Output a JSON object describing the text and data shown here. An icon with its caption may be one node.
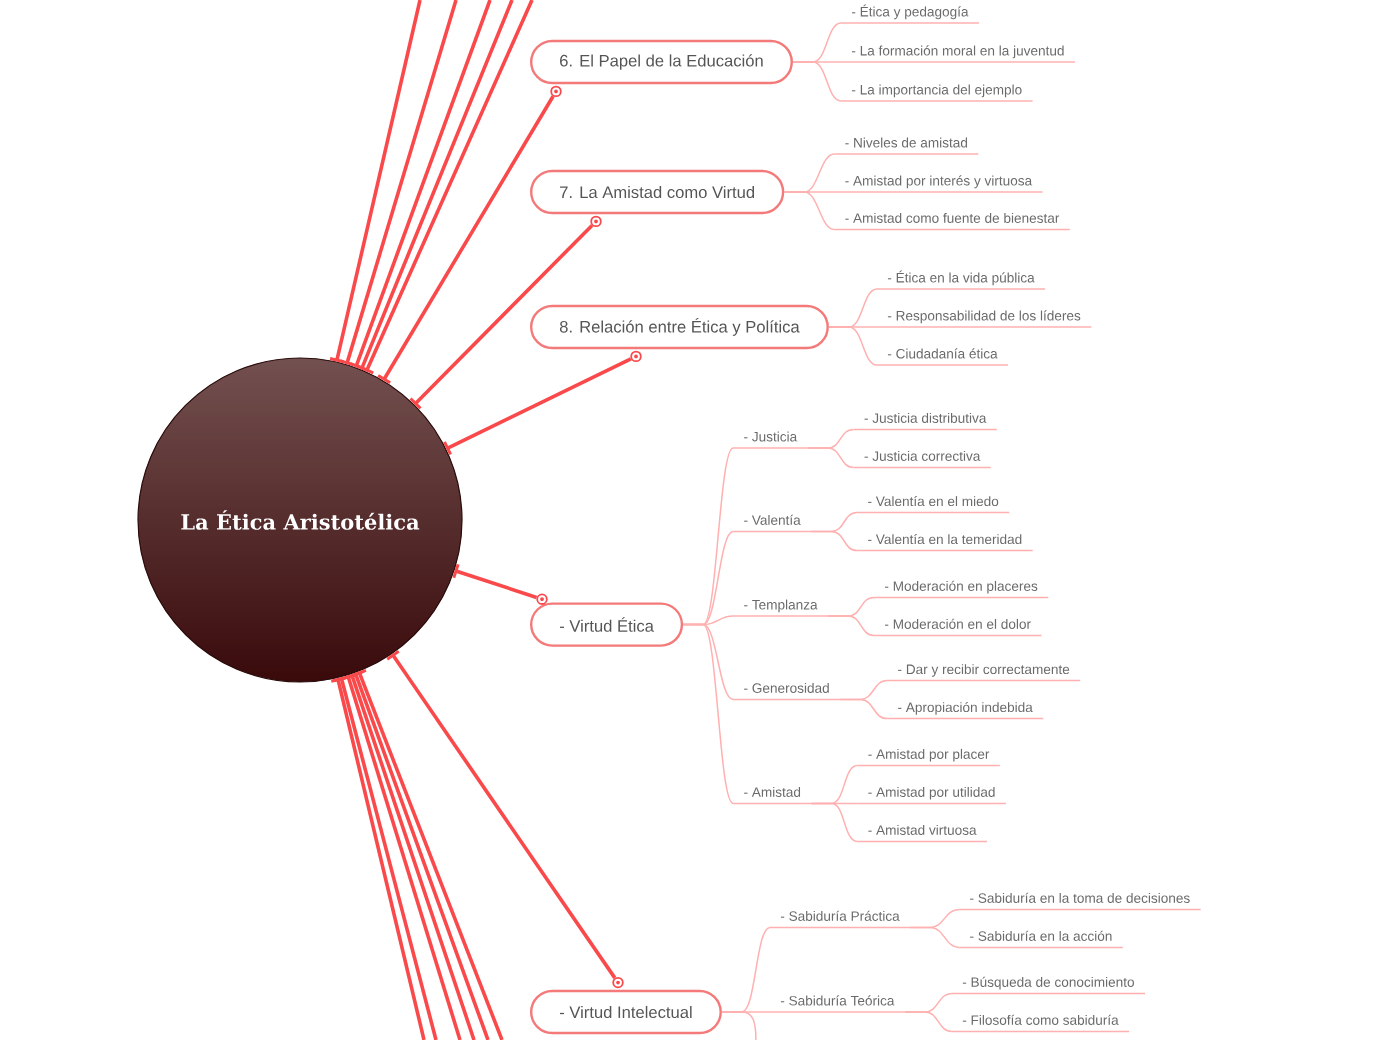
{
  "diagram": {
    "nodes": [
      {
        "text": [
          "La Ética Aristotélica"
        ]
      },
      {
        "text": [
          "6. El Papel de la Educación"
        ]
      },
      {
        "text": [
          "- Ética y pedagogía"
        ]
      },
      {
        "text": [
          "- La formación moral en la juventud"
        ]
      },
      {
        "text": [
          "- La importancia del ejemplo"
        ]
      },
      {
        "text": [
          "7. La Amistad como Virtud"
        ]
      },
      {
        "text": [
          "- Niveles de amistad"
        ]
      },
      {
        "text": [
          "- Amistad por interés y virtuosa"
        ]
      },
      {
        "text": [
          "- Amistad como fuente de bienestar"
        ]
      },
      {
        "text": [
          "8. Relación entre Ética y Política"
        ]
      },
      {
        "text": [
          "- Ética en la vida pública"
        ]
      },
      {
        "text": [
          "- Responsabilidad de los líderes"
        ]
      },
      {
        "text": [
          "- Ciudadanía ética"
        ]
      },
      {
        "text": [
          "- Virtud Ética"
        ]
      },
      {
        "text": [
          "- Justicia"
        ]
      },
      {
        "text": [
          "- Justicia distributiva"
        ]
      },
      {
        "text": [
          "- Justicia correctiva"
        ]
      },
      {
        "text": [
          "- Valentía"
        ]
      },
      {
        "text": [
          "- Valentía en el miedo"
        ]
      },
      {
        "text": [
          "- Valentía en la temeridad"
        ]
      },
      {
        "text": [
          "- Templanza"
        ]
      },
      {
        "text": [
          "- Moderación en placeres"
        ]
      },
      {
        "text": [
          "- Moderación en el dolor"
        ]
      },
      {
        "text": [
          "- Generosidad"
        ]
      },
      {
        "text": [
          "- Dar y recibir correctamente"
        ]
      },
      {
        "text": [
          "- Apropiación indebida"
        ]
      },
      {
        "text": [
          "- Amistad"
        ]
      },
      {
        "text": [
          "- Amistad por placer"
        ]
      },
      {
        "text": [
          "- Amistad por utilidad"
        ]
      },
      {
        "text": [
          "- Amistad virtuosa"
        ]
      },
      {
        "text": [
          "- Virtud Intelectual"
        ]
      },
      {
        "text": [
          "- Sabiduría Práctica"
        ]
      },
      {
        "text": [
          "- Sabiduría en la toma de decisiones"
        ]
      },
      {
        "text": [
          "- Sabiduría en la acción"
        ]
      },
      {
        "text": [
          "- Sabiduría Teórica"
        ]
      },
      {
        "text": [
          "- Búsqueda de conocimiento"
        ]
      },
      {
        "text": [
          "- Filosofía como sabiduría"
        ]
      }
    ],
    "edges": [
      {
        "from": 0,
        "to": null,
        "arrow": "other",
        "color": "#f9494b"
      },
      {
        "from": 0,
        "to": null,
        "arrow": "other",
        "color": "#f9494b"
      },
      {
        "from": 0,
        "to": null,
        "arrow": "other",
        "color": "#f9494b"
      },
      {
        "from": 0,
        "to": null,
        "arrow": "other",
        "color": "#f9494b"
      },
      {
        "from": 0,
        "to": null,
        "arrow": "other",
        "color": "#f9494b"
      },
      {
        "from": 0,
        "to": 1,
        "arrow": "other",
        "color": "#f9494b"
      },
      {
        "from": 0,
        "to": 5,
        "arrow": "other",
        "color": "#f9494b"
      },
      {
        "from": 0,
        "to": 9,
        "arrow": "other",
        "color": "#f9494b"
      },
      {
        "from": 0,
        "to": 13,
        "arrow": "other",
        "color": "#f9494b"
      },
      {
        "from": 0,
        "to": 30,
        "arrow": "other",
        "color": "#f9494b"
      },
      {
        "from": 0,
        "to": null,
        "arrow": "other",
        "color": "#f9494b"
      },
      {
        "from": 0,
        "to": null,
        "arrow": "other",
        "color": "#f9494b"
      },
      {
        "from": 0,
        "to": null,
        "arrow": "other",
        "color": "#f9494b"
      },
      {
        "from": 0,
        "to": null,
        "arrow": "other",
        "color": "#f9494b"
      },
      {
        "from": 0,
        "to": null,
        "arrow": "other",
        "color": "#f9494b"
      },
      {
        "from": 0,
        "to": null,
        "arrow": "other",
        "color": "#f9494b"
      },
      {
        "from": 1,
        "to": 2,
        "arrow": "none"
      },
      {
        "from": 1,
        "to": 3,
        "arrow": "none"
      },
      {
        "from": 1,
        "to": 4,
        "arrow": "none"
      },
      {
        "from": 5,
        "to": 6,
        "arrow": "none"
      },
      {
        "from": 5,
        "to": 7,
        "arrow": "none"
      },
      {
        "from": 5,
        "to": 8,
        "arrow": "none"
      },
      {
        "from": 9,
        "to": 10,
        "arrow": "none"
      },
      {
        "from": 9,
        "to": 11,
        "arrow": "none"
      },
      {
        "from": 9,
        "to": 12,
        "arrow": "none"
      },
      {
        "from": 13,
        "to": 14,
        "arrow": "none"
      },
      {
        "from": 13,
        "to": 17,
        "arrow": "none"
      },
      {
        "from": 13,
        "to": 20,
        "arrow": "none"
      },
      {
        "from": 13,
        "to": 23,
        "arrow": "none"
      },
      {
        "from": 13,
        "to": 26,
        "arrow": "none"
      },
      {
        "from": 14,
        "to": 15,
        "arrow": "none"
      },
      {
        "from": 14,
        "to": 16,
        "arrow": "none"
      },
      {
        "from": 17,
        "to": 18,
        "arrow": "none"
      },
      {
        "from": 17,
        "to": 19,
        "arrow": "none"
      },
      {
        "from": 20,
        "to": 21,
        "arrow": "none"
      },
      {
        "from": 20,
        "to": 22,
        "arrow": "none"
      },
      {
        "from": 23,
        "to": 24,
        "arrow": "none"
      },
      {
        "from": 23,
        "to": 25,
        "arrow": "none"
      },
      {
        "from": 26,
        "to": 27,
        "arrow": "none"
      },
      {
        "from": 26,
        "to": 28,
        "arrow": "none"
      },
      {
        "from": 26,
        "to": 29,
        "arrow": "none"
      },
      {
        "from": 30,
        "to": 31,
        "arrow": "none"
      },
      {
        "from": 30,
        "to": 34,
        "arrow": "none"
      },
      {
        "from": 30,
        "to": null,
        "arrow": "none"
      },
      {
        "from": 31,
        "to": 32,
        "arrow": "none"
      },
      {
        "from": 31,
        "to": 33,
        "arrow": "none"
      },
      {
        "from": 34,
        "to": 35,
        "arrow": "none"
      },
      {
        "from": 34,
        "to": 36,
        "arrow": "none"
      }
    ]
  }
}
